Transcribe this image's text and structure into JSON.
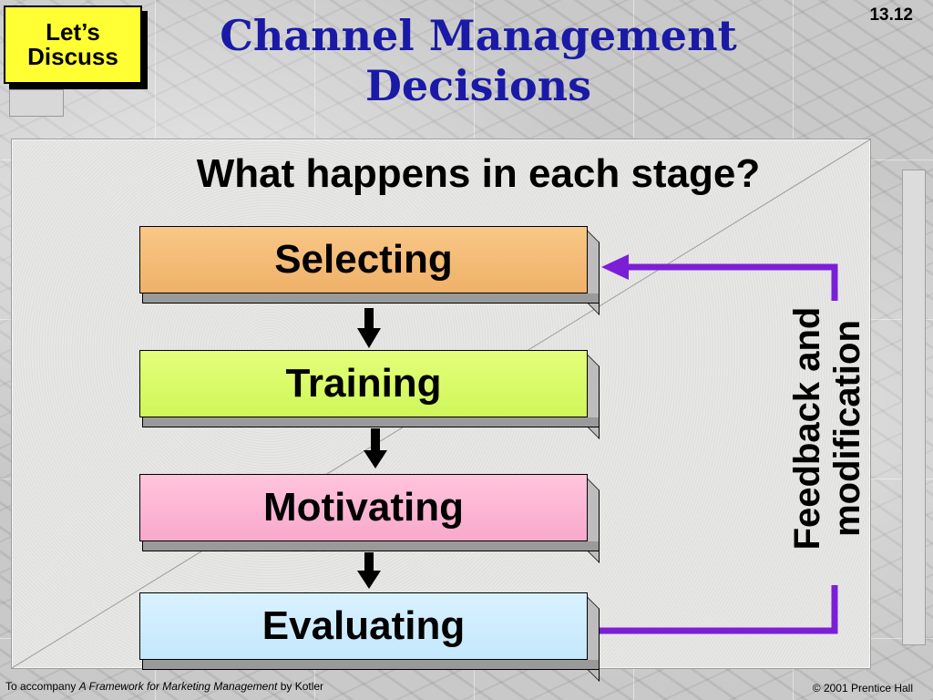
{
  "badge": {
    "line1": "Let’s",
    "line2": "Discuss"
  },
  "title": {
    "line1": "Channel Management",
    "line2": "Decisions"
  },
  "slide_number": "13.12",
  "question": "What happens in each stage?",
  "stages": [
    {
      "label": "Selecting",
      "color": "#f4bc7a"
    },
    {
      "label": "Training",
      "color": "#d8fb68"
    },
    {
      "label": "Motivating",
      "color": "#fcb6d4"
    },
    {
      "label": "Evaluating",
      "color": "#cfeefd"
    }
  ],
  "feedback": {
    "line1": "Feedback and",
    "line2": "modification",
    "color": "#7b1fd6"
  },
  "arrow_color": "#000000",
  "footer": {
    "prefix": "To accompany ",
    "book": "A Framework for Marketing Management",
    "suffix": " by Kotler",
    "copyright": "© 2001 Prentice Hall"
  }
}
